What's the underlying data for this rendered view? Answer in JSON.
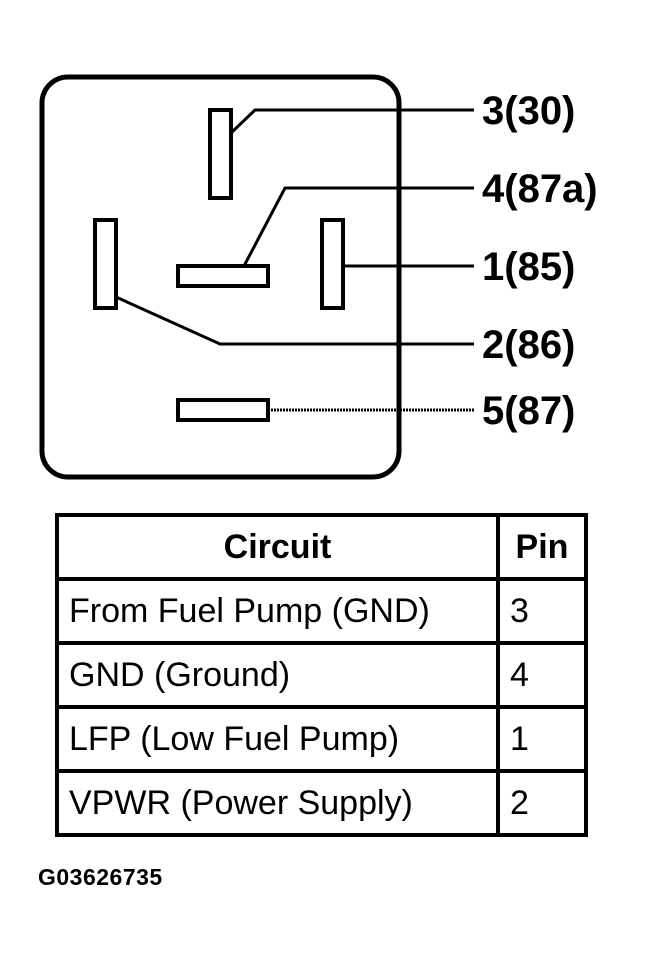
{
  "diagram": {
    "pin_labels": [
      "3(30)",
      "4(87a)",
      "1(85)",
      "2(86)",
      "5(87)"
    ]
  },
  "table": {
    "headers": [
      "Circuit",
      "Pin"
    ],
    "rows": [
      [
        "From Fuel Pump (GND)",
        "3"
      ],
      [
        "GND (Ground)",
        "4"
      ],
      [
        "LFP (Low Fuel Pump)",
        "1"
      ],
      [
        "VPWR (Power Supply)",
        "2"
      ]
    ]
  },
  "figure_id": "G03626735"
}
